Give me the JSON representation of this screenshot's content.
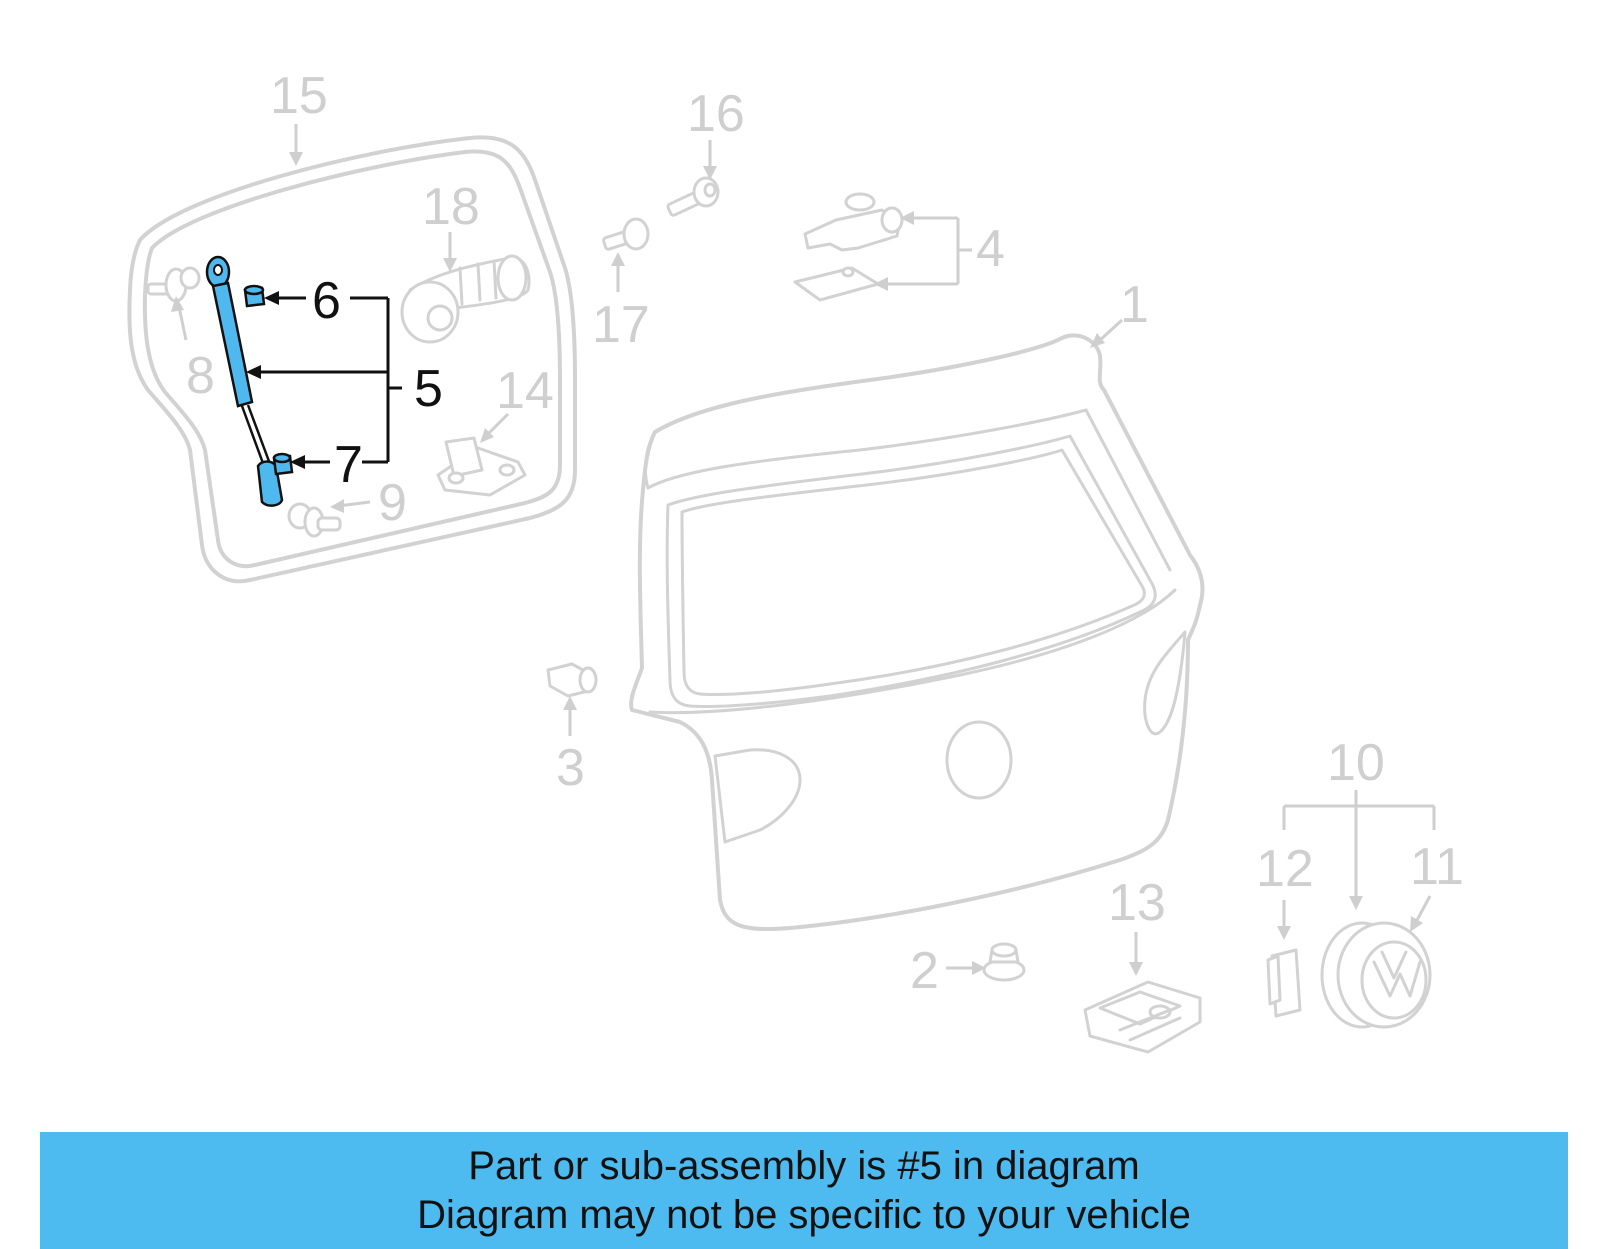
{
  "diagram": {
    "callouts": {
      "c1": "1",
      "c2": "2",
      "c3": "3",
      "c4": "4",
      "c5": "5",
      "c6": "6",
      "c7": "7",
      "c8": "8",
      "c9": "9",
      "c10": "10",
      "c11": "11",
      "c12": "12",
      "c13": "13",
      "c14": "14",
      "c15": "15",
      "c16": "16",
      "c17": "17",
      "c18": "18"
    },
    "highlighted_part": "5",
    "colors": {
      "highlight": "#4fb8ee",
      "ghost": "#d2d2d2",
      "banner": "#4dbaf0"
    }
  },
  "banner": {
    "line1": "Part or sub-assembly is #5 in diagram",
    "line2": "Diagram may not be specific to your vehicle"
  }
}
